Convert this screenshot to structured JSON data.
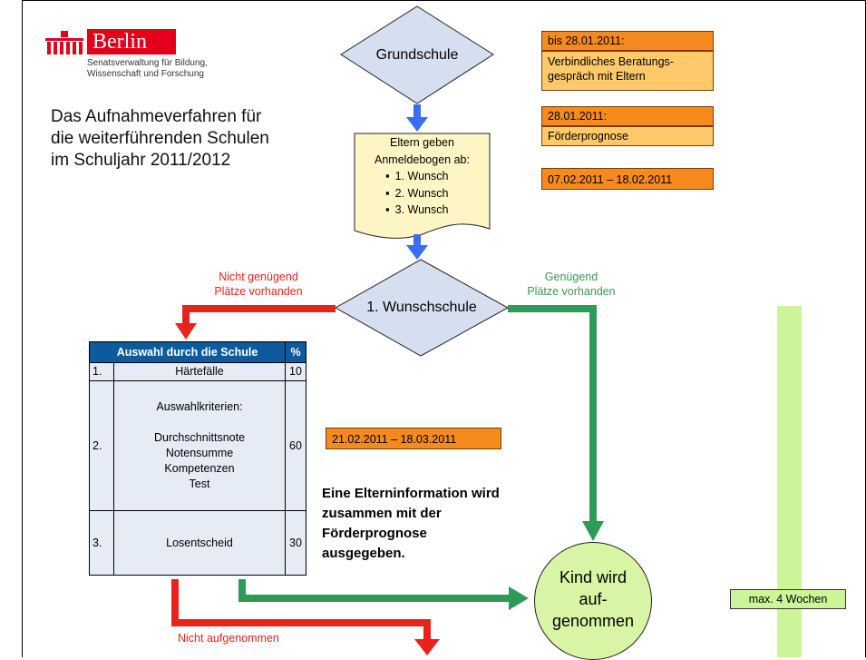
{
  "logo": {
    "word": "Berlin",
    "subtitle": "Senatsverwaltung für Bildung,\nWissenschaft und Forschung"
  },
  "title": "Das Aufnahmeverfahren für\ndie weiterführenden Schulen\nim Schuljahr 2011/2012",
  "flow": {
    "start": "Grundschule",
    "document": {
      "line1": "Eltern geben",
      "line2": "Anmeldebogen ab:",
      "bullets": [
        "1. Wunsch",
        "2. Wunsch",
        "3. Wunsch"
      ]
    },
    "decision": "1. Wunschschule",
    "no_label": "Nicht genügend\nPlätze vorhanden",
    "yes_label": "Genügend\nPlätze vorhanden",
    "rejected_label": "Nicht aufgenommen",
    "accepted": "Kind wird\nauf-\ngenommen"
  },
  "timeline": {
    "d1_head": "bis 28.01.2011:",
    "d1_body": "Verbindliches Beratungs-\ngespräch mit Eltern",
    "d2_head": "28.01.2011:",
    "d2_body": "Förderprognose",
    "d3": "07.02.2011 – 18.02.2011",
    "d4": "21.02.2011 – 18.03.2011"
  },
  "selection_table": {
    "header": "Auswahl durch die Schule",
    "pct_header": "%",
    "rows": [
      {
        "num": "1.",
        "text": "Härtefälle",
        "pct": "10"
      },
      {
        "num": "2.",
        "text_a": "Auswahlkriterien:",
        "text_b": "Durchschnittsnote\nNotensumme\nKompetenzen\nTest",
        "pct": "60"
      },
      {
        "num": "3.",
        "text": "Losentscheid",
        "pct": "30"
      }
    ]
  },
  "info": "Eine Elterninformation wird\nzusammen mit der\nFörderprognose\nausgegeben.",
  "duration": "max. 4 Wochen",
  "colors": {
    "red_arrow": "#e8231c",
    "green_arrow": "#2f9a57",
    "blue_arrow": "#3a6df0",
    "orange": "#f58a1f",
    "yellow": "#fdc96a",
    "diamond": "#d5dff0",
    "table_header": "#0b5b9e",
    "circle": "#d8f5a6"
  }
}
